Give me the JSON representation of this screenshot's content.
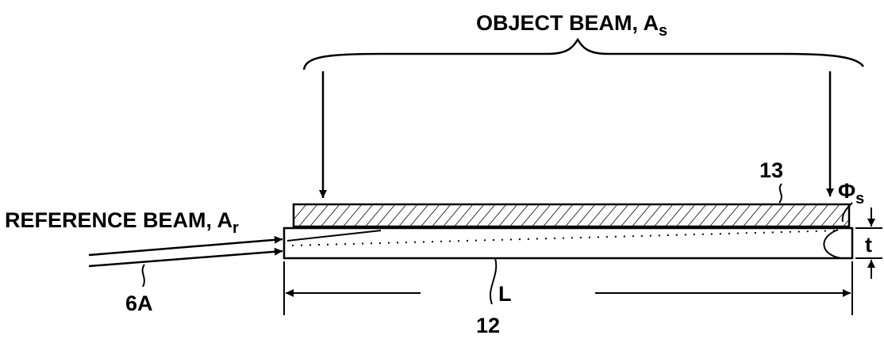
{
  "labels": {
    "object_beam": "OBJECT BEAM, A",
    "object_beam_sub": "s",
    "reference_beam": "REFERENCE BEAM, A",
    "reference_beam_sub": "r",
    "ref_13": "13",
    "ref_12": "12",
    "ref_6a": "6A",
    "dim_l": "L",
    "dim_t": "t",
    "phi": "Φ",
    "phi_sub": "s"
  },
  "colors": {
    "ink": "#000000",
    "background": "#ffffff"
  }
}
